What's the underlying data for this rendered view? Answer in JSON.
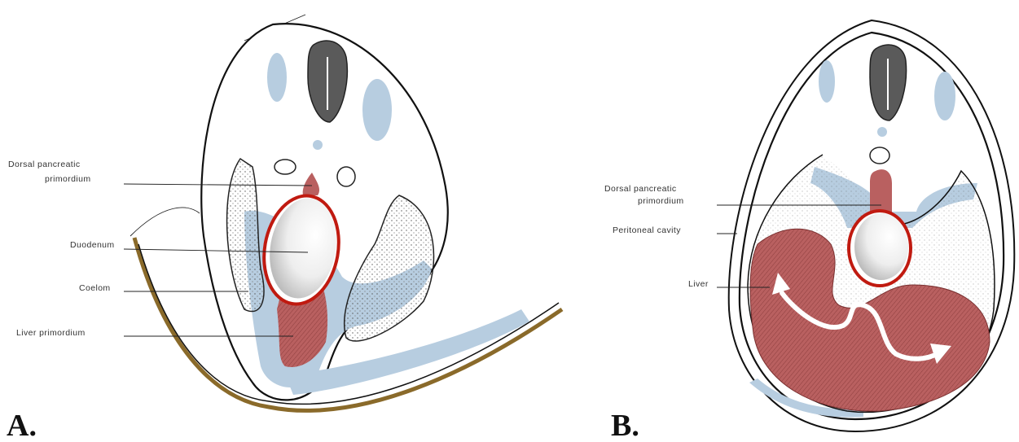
{
  "panels": {
    "a": {
      "letter": "A.",
      "labels": {
        "dorsal_pancreatic_1": "Dorsal pancreatic",
        "dorsal_pancreatic_2": "primordium",
        "duodenum": "Duodenum",
        "coelom": "Coelom",
        "liver_primordium": "Liver primordium"
      }
    },
    "b": {
      "letter": "B.",
      "labels": {
        "dorsal_pancreatic_1": "Dorsal pancreatic",
        "dorsal_pancreatic_2": "primordium",
        "peritoneal_cavity": "Peritoneal cavity",
        "liver": "Liver"
      }
    }
  },
  "colors": {
    "mesenchyme_blue": "#b7cde0",
    "liver_red": "#b96060",
    "duodenum_ring": "#c01a10",
    "neural_tube": "#555555"
  }
}
